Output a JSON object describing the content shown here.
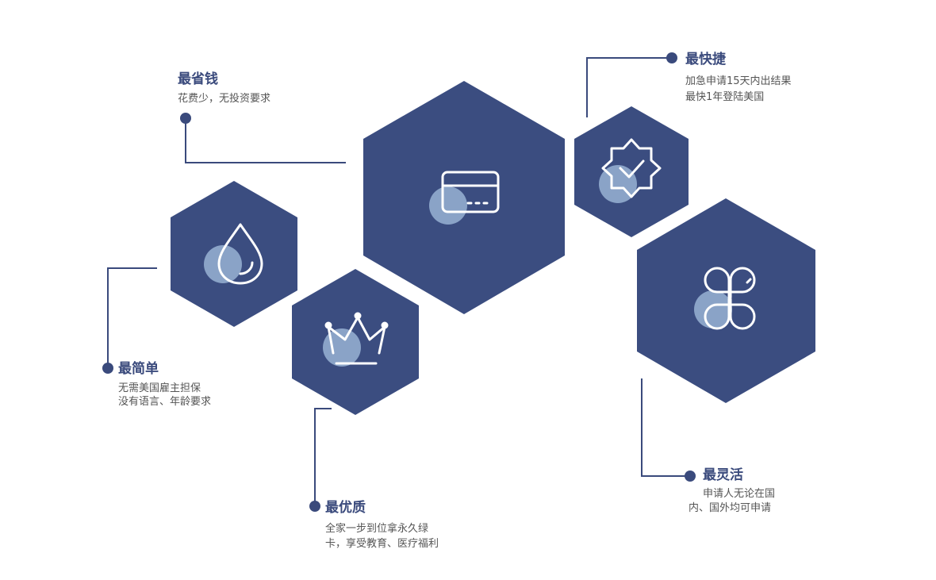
{
  "colors": {
    "navy": "#3b4d80",
    "accent": "#8aa3c7",
    "line": "#3a4a7c",
    "icon": "#ffffff"
  },
  "features": [
    {
      "title": "最省钱",
      "lines": [
        "花费少，无投资要求"
      ],
      "icon": "credit-card-icon"
    },
    {
      "title": "最快捷",
      "lines": [
        "加急申请15天内出结果",
        "最快1年登陆美国"
      ],
      "icon": "verified-badge-icon"
    },
    {
      "title": "最简单",
      "lines": [
        "无需美国雇主担保",
        "没有语言、年龄要求"
      ],
      "icon": "water-drop-icon"
    },
    {
      "title": "最优质",
      "lines": [
        "全家一步到位拿永久绿",
        "卡，享受教育、医疗福利"
      ],
      "icon": "crown-icon"
    },
    {
      "title": "最灵活",
      "lines": [
        "申请人无论在国",
        "内、国外均可申请"
      ],
      "icon": "clover-icon"
    }
  ]
}
